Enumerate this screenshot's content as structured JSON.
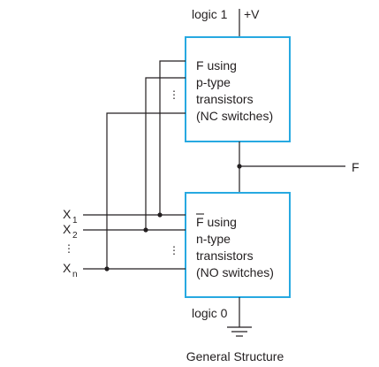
{
  "supply": {
    "top_label": "logic 1",
    "vplus_label": "+V",
    "bottom_label": "logic 0"
  },
  "pullup_block": {
    "line1_fn": "F",
    "line1_rest": " using",
    "line2": "p-type",
    "line3": "transistors",
    "line4": "(NC switches)"
  },
  "pulldown_block": {
    "line1_fn": "F",
    "line1_rest": " using",
    "line2": "n-type",
    "line3": "transistors",
    "line4": "(NO switches)"
  },
  "output": {
    "label": "F"
  },
  "inputs": [
    {
      "base": "X",
      "sub": "1"
    },
    {
      "base": "X",
      "sub": "2"
    },
    {
      "base": "X",
      "sub": "n"
    }
  ],
  "ellipsis": "⋮",
  "caption": "General Structure",
  "colors": {
    "block_border": "#27a9e1",
    "wire": "#231f20"
  }
}
